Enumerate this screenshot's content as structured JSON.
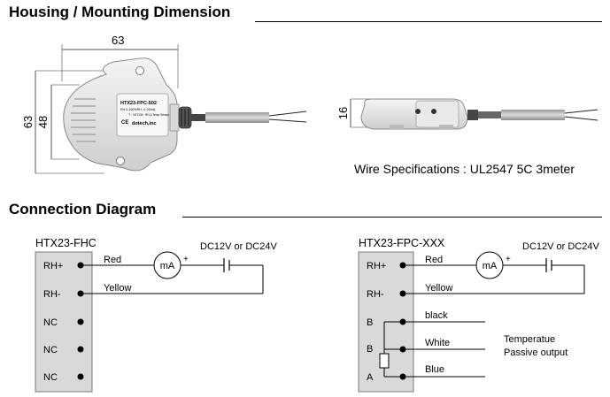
{
  "housing": {
    "heading": "Housing / Mounting Dimension",
    "dim_width": "63",
    "dim_height_outer": "63",
    "dim_height_inner": "48",
    "dim_side_height": "16",
    "device_model": "HTX23-FPC-502",
    "device_spec_line": "RH 0-100%RH, 4~20mA",
    "device_spec_line2": "T : NTC5K",
    "device_maker": "dotech,inc",
    "device_small_label": "RH & Temp Sensor",
    "device_ce_mark": "CE",
    "wire_spec": "Wire Specifications : UL2547 5C 3meter"
  },
  "connection": {
    "heading": "Connection Diagram",
    "left": {
      "title": "HTX23-FHC",
      "terminals": [
        "RH+",
        "RH-",
        "NC",
        "NC",
        "NC"
      ],
      "wire_red": "Red",
      "wire_yellow": "Yellow",
      "meter": "mA",
      "meter_plus": "+",
      "supply": "DC12V or DC24V"
    },
    "right": {
      "title": "HTX23-FPC-XXX",
      "terminals": [
        "RH+",
        "RH-",
        "B",
        "B",
        "A"
      ],
      "wire_red": "Red",
      "wire_yellow": "Yellow",
      "wire_black": "black",
      "wire_white": "White",
      "wire_blue": "Blue",
      "meter": "mA",
      "meter_plus": "+",
      "supply": "DC12V or DC24V",
      "temp_line1": "Temperatue",
      "temp_line2": "Passive output"
    }
  }
}
